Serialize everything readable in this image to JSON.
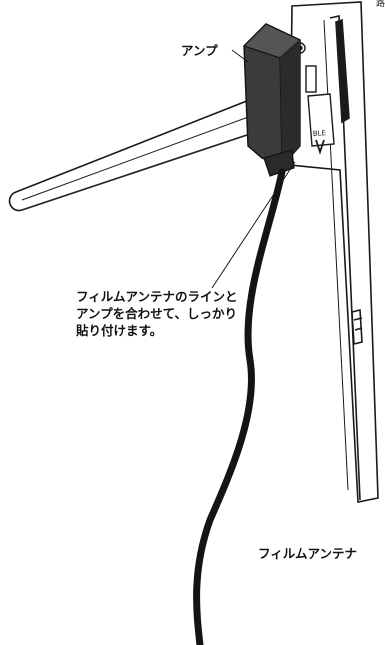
{
  "labels": {
    "amp": "アンプ",
    "film_antenna": "フィルムアンテナ",
    "instruction": [
      "フィルムアンテナのラインと",
      "アンプを合わせて、しっかり",
      "貼り付けます。"
    ],
    "corner_mark": "路"
  },
  "connector_marking": "BLE",
  "colors": {
    "line": "#1a1a1a",
    "amp_body": "#3b3b3b",
    "cable": "#141414",
    "panel": "#ffffff"
  }
}
